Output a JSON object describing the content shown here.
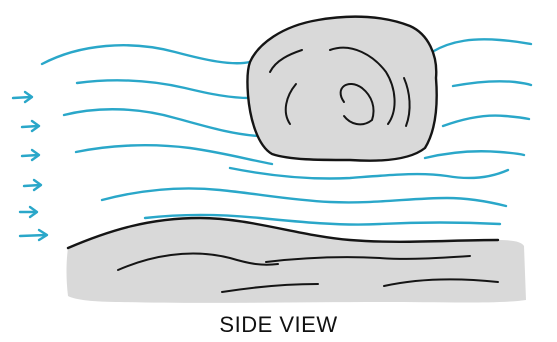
{
  "caption": "SIDE VIEW",
  "colors": {
    "water_flow": "#2aa7c9",
    "rock_fill": "#d9d9d9",
    "ink": "#151515",
    "background": "#ffffff"
  },
  "elements": {
    "flow_arrows": 6,
    "flow_lines": 8
  }
}
